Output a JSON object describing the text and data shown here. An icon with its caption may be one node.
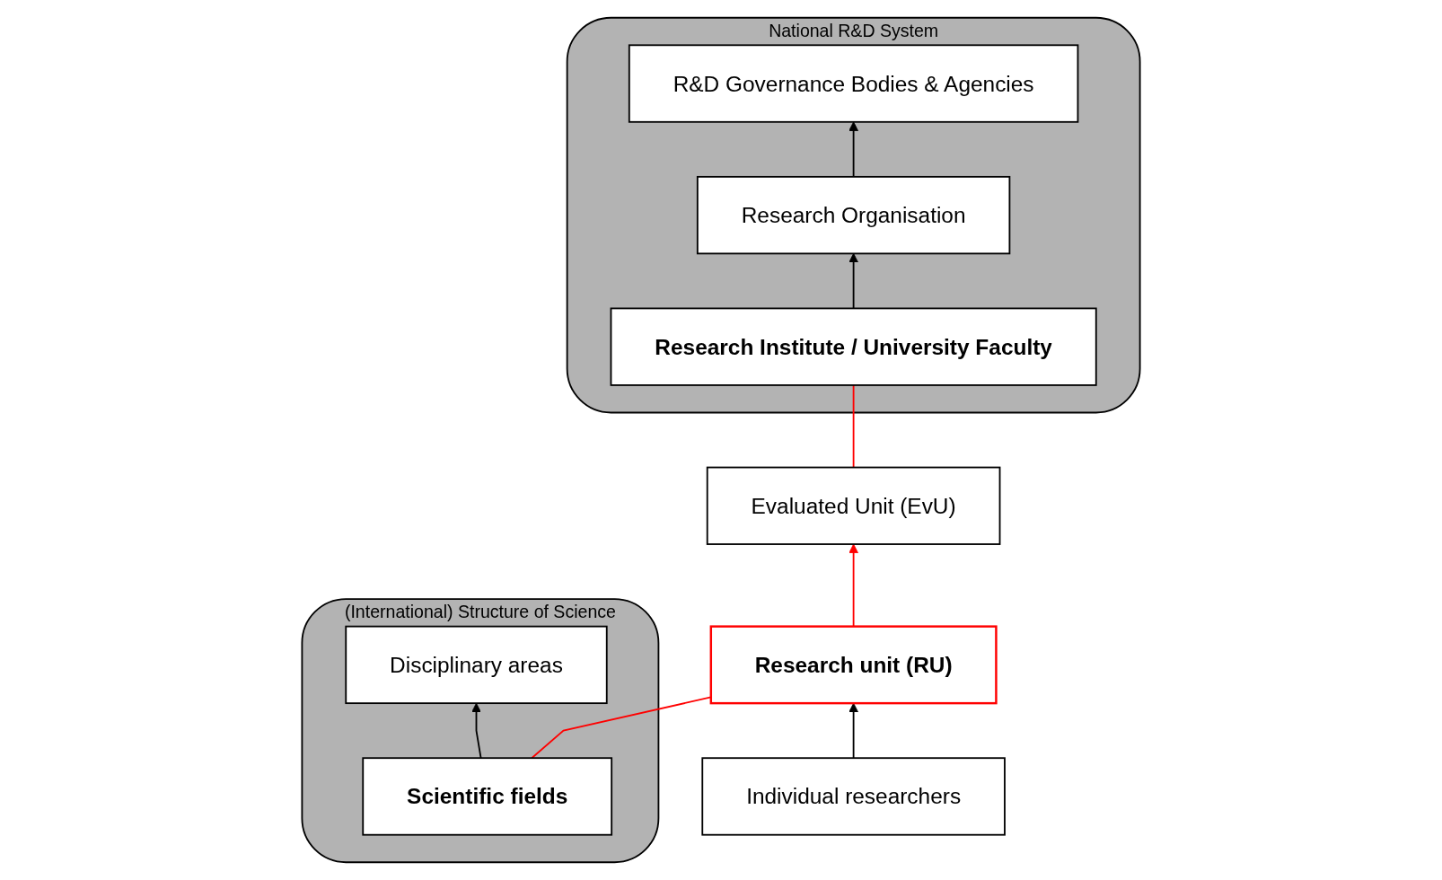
{
  "diagram": {
    "nodes": [
      {
        "text": [
          "(International) Structure of Science"
        ]
      },
      {
        "text": [
          "Disciplinary areas"
        ],
        "in": 0
      },
      {
        "text": [
          "Scientific fields"
        ],
        "in": 0
      },
      {
        "text": [
          "National R&D System"
        ]
      },
      {
        "text": [
          "R&D Governance Bodies & Agencies"
        ],
        "in": 3
      },
      {
        "text": [
          "Research Organisation"
        ],
        "in": 3
      },
      {
        "text": [
          "Research Institute / University Faculty"
        ],
        "in": 3
      },
      {
        "text": [
          "Evaluated Unit (EvU)"
        ]
      },
      {
        "text": [
          "Research unit (RU)"
        ]
      },
      {
        "text": [
          "Individual researchers"
        ]
      }
    ],
    "edges": [
      {
        "from": 2,
        "to": 1,
        "arrow": "to"
      },
      {
        "from": 6,
        "to": 5,
        "arrow": "to"
      },
      {
        "from": 5,
        "to": 4,
        "arrow": "to"
      },
      {
        "from": 7,
        "to": 6,
        "arrow": "none",
        "color": "#ff0000"
      },
      {
        "from": 8,
        "to": 7,
        "arrow": "to",
        "color": "#ff0000"
      },
      {
        "from": 2,
        "to": 8,
        "arrow": "none",
        "color": "#ff0000"
      },
      {
        "from": 9,
        "to": 8,
        "arrow": "to"
      }
    ]
  }
}
